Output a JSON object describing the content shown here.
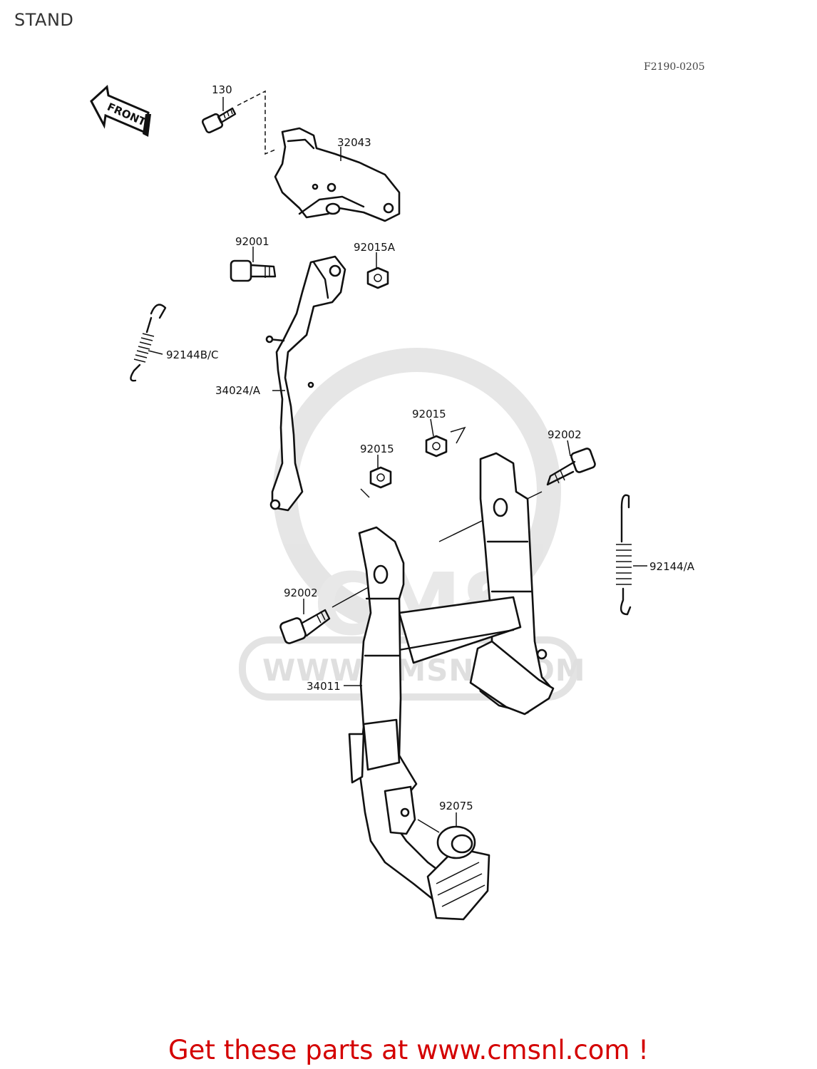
{
  "page": {
    "title": "STAND",
    "diagram_code": "F2190-0205",
    "promo_text": "Get these parts at www.cmsnl.com !"
  },
  "diagram": {
    "front_arrow_label": "FRONT",
    "watermark_text": "WWW.CMSNL.COM",
    "watermark_logo": "CMS",
    "parts": [
      {
        "number": "130"
      },
      {
        "number": "32043"
      },
      {
        "number": "92001"
      },
      {
        "number": "92015A"
      },
      {
        "number": "92144B/C"
      },
      {
        "number": "34024/A"
      },
      {
        "number": "92015"
      },
      {
        "number": "92015"
      },
      {
        "number": "92002"
      },
      {
        "number": "92144/A"
      },
      {
        "number": "92002"
      },
      {
        "number": "34011"
      },
      {
        "number": "92075"
      }
    ]
  },
  "colors": {
    "promo_red": "#d40000",
    "line_black": "#111111",
    "watermark_gray": "#dcdcdc"
  }
}
